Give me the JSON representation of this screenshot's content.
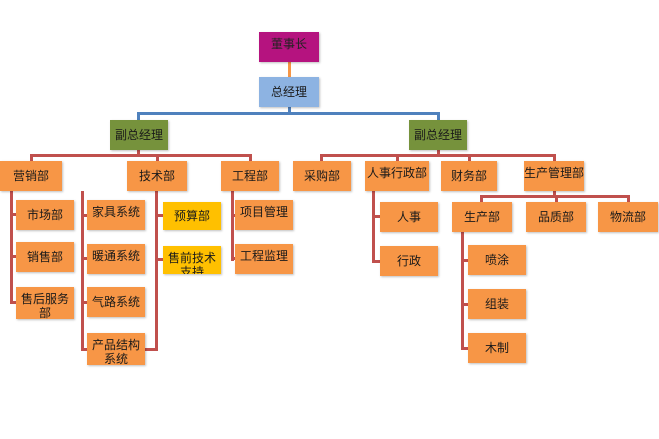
{
  "chart_data": {
    "type": "org-chart",
    "nodes": [
      {
        "id": "ceo",
        "label": "董事长",
        "color": "#b5137f"
      },
      {
        "id": "gm",
        "label": "总经理",
        "color": "#8db3e2",
        "parent": "ceo"
      },
      {
        "id": "dgm1",
        "label": "副总经理",
        "color": "#76923c",
        "parent": "gm"
      },
      {
        "id": "dgm2",
        "label": "副总经理",
        "color": "#76923c",
        "parent": "gm"
      },
      {
        "id": "sales",
        "label": "营销部",
        "color": "#f79646",
        "parent": "dgm1"
      },
      {
        "id": "tech",
        "label": "技术部",
        "color": "#f79646",
        "parent": "dgm1"
      },
      {
        "id": "eng",
        "label": "工程部",
        "color": "#f79646",
        "parent": "dgm1"
      },
      {
        "id": "market",
        "label": "市场部",
        "color": "#f79646",
        "parent": "sales"
      },
      {
        "id": "salesdept",
        "label": "销售部",
        "color": "#f79646",
        "parent": "sales"
      },
      {
        "id": "aftersales",
        "label": "售后服务部",
        "color": "#f79646",
        "parent": "sales"
      },
      {
        "id": "furniture",
        "label": "家具系统",
        "color": "#f79646",
        "parent": "tech"
      },
      {
        "id": "hvac",
        "label": "暖通系统",
        "color": "#f79646",
        "parent": "tech"
      },
      {
        "id": "gas",
        "label": "气路系统",
        "color": "#f79646",
        "parent": "tech"
      },
      {
        "id": "product",
        "label": "产品结构系统",
        "color": "#f79646",
        "parent": "tech"
      },
      {
        "id": "budget",
        "label": "预算部",
        "color": "#ffc000",
        "parent": "tech"
      },
      {
        "id": "presales",
        "label": "售前技术支持",
        "color": "#ffc000",
        "parent": "tech"
      },
      {
        "id": "pm",
        "label": "项目管理",
        "color": "#f79646",
        "parent": "eng"
      },
      {
        "id": "supervision",
        "label": "工程监理",
        "color": "#f79646",
        "parent": "eng"
      },
      {
        "id": "purchase",
        "label": "采购部",
        "color": "#f79646",
        "parent": "dgm2"
      },
      {
        "id": "hradmin",
        "label": "人事行政部",
        "color": "#f79646",
        "parent": "dgm2"
      },
      {
        "id": "finance",
        "label": "财务部",
        "color": "#f79646",
        "parent": "dgm2"
      },
      {
        "id": "prodmgmt",
        "label": "生产管理部",
        "color": "#f79646",
        "parent": "dgm2"
      },
      {
        "id": "hr",
        "label": "人事",
        "color": "#f79646",
        "parent": "hradmin"
      },
      {
        "id": "admin",
        "label": "行政",
        "color": "#f79646",
        "parent": "hradmin"
      },
      {
        "id": "production",
        "label": "生产部",
        "color": "#f79646",
        "parent": "prodmgmt"
      },
      {
        "id": "quality",
        "label": "品质部",
        "color": "#f79646",
        "parent": "prodmgmt"
      },
      {
        "id": "logistics",
        "label": "物流部",
        "color": "#f79646",
        "parent": "prodmgmt"
      },
      {
        "id": "spray",
        "label": "喷涂",
        "color": "#f79646",
        "parent": "production"
      },
      {
        "id": "assembly",
        "label": "组装",
        "color": "#f79646",
        "parent": "production"
      },
      {
        "id": "wood",
        "label": "木制",
        "color": "#f79646",
        "parent": "production"
      }
    ],
    "connector_colors": {
      "top": "#f79646",
      "level2": "#4f81bd",
      "lower": "#c0504d"
    }
  }
}
